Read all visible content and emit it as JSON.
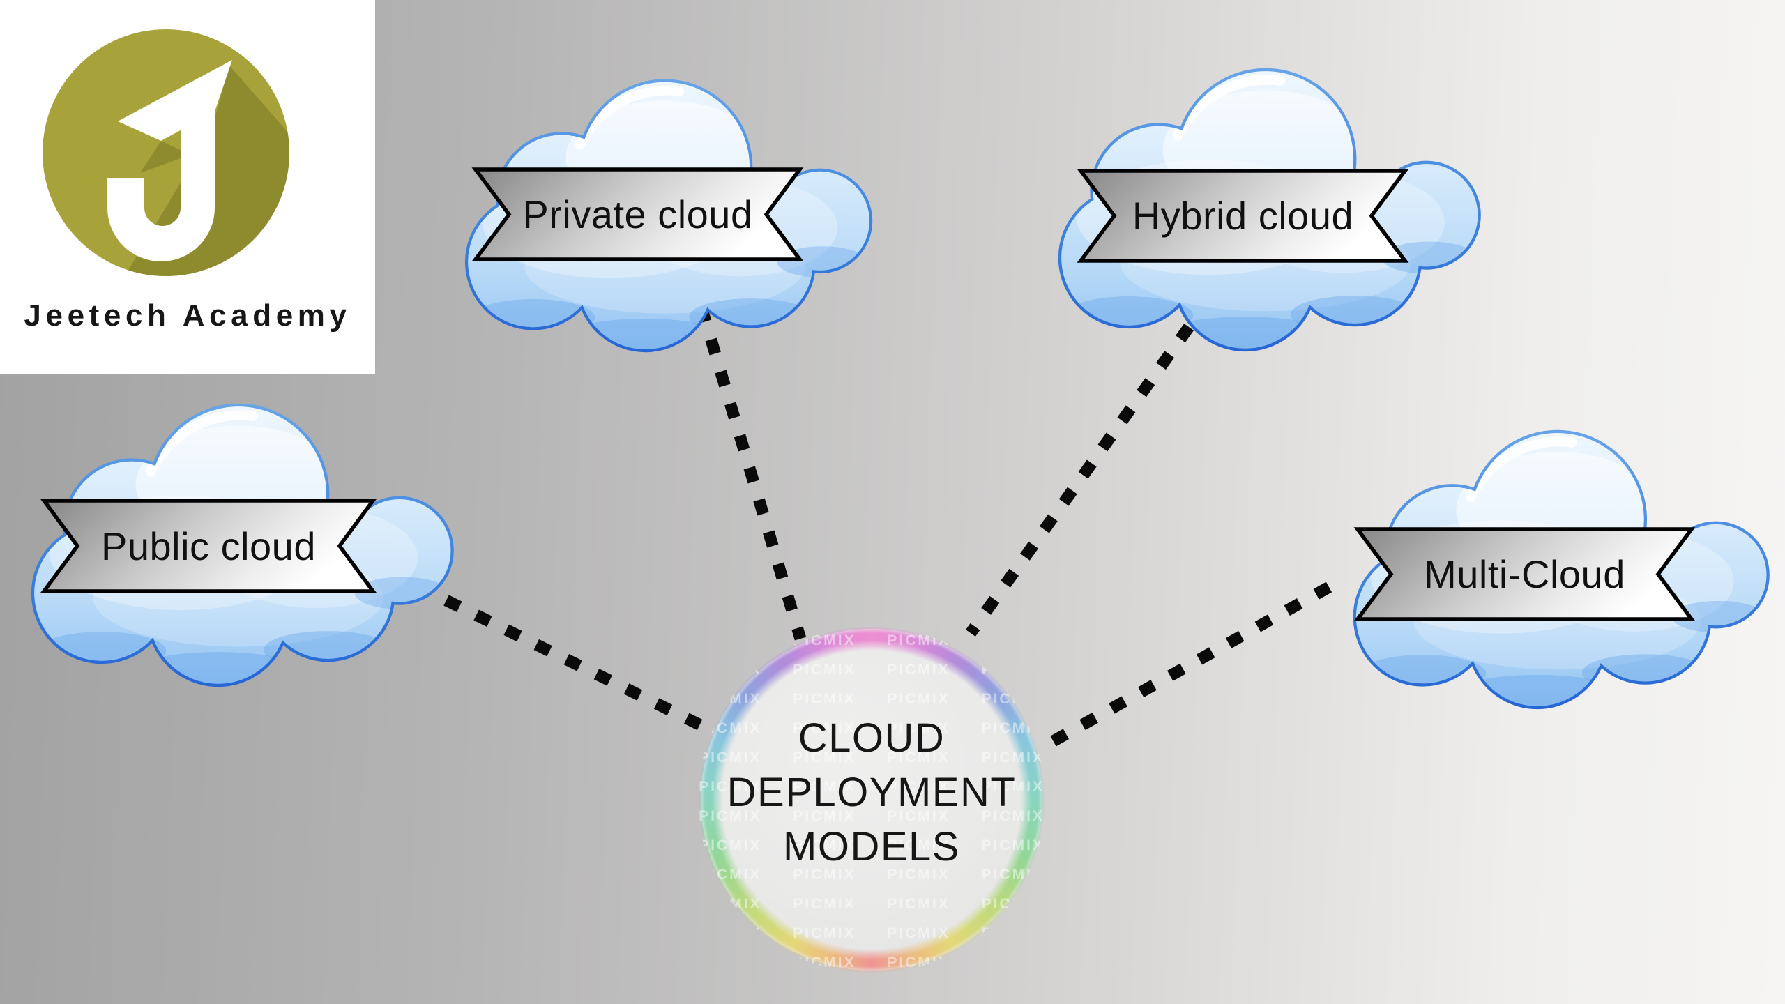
{
  "branding": {
    "name": "Jeetech Academy"
  },
  "center": {
    "lines": [
      "CLOUD",
      "DEPLOYMENT",
      "MODELS"
    ],
    "watermark": "PICMIX"
  },
  "nodes": [
    {
      "label": "Public cloud"
    },
    {
      "label": "Private cloud"
    },
    {
      "label": "Hybrid cloud"
    },
    {
      "label": "Multi-Cloud"
    }
  ],
  "connections": [
    {
      "from": "Public cloud",
      "to": "CLOUD DEPLOYMENT MODELS"
    },
    {
      "from": "Private cloud",
      "to": "CLOUD DEPLOYMENT MODELS"
    },
    {
      "from": "Hybrid cloud",
      "to": "CLOUD DEPLOYMENT MODELS"
    },
    {
      "from": "Multi-Cloud",
      "to": "CLOUD DEPLOYMENT MODELS"
    }
  ],
  "colors": {
    "background_left": "#a2a2a2",
    "background_right": "#f6f5f4",
    "cloud_outline": "#3a7fdc",
    "cloud_fill_light": "#eef6fd",
    "cloud_fill_deep": "#8fc0f2",
    "banner_dark": "#878787",
    "banner_light": "#ffffff",
    "dash_line": "#0a0a0a",
    "logo_olive": "#a8a23a",
    "logo_olive_shadow": "#8e8a2e",
    "text": "#141414"
  }
}
